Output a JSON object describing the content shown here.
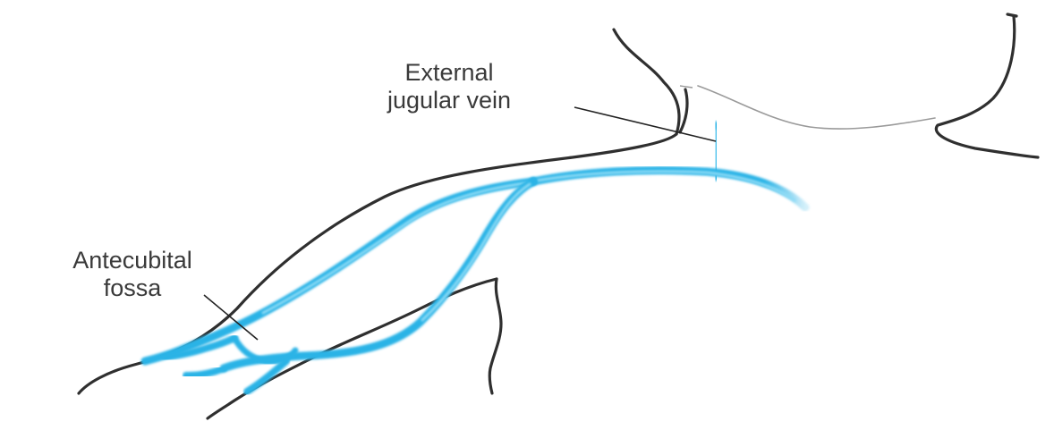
{
  "labels": {
    "external_jugular_vein": {
      "line1": "External",
      "line2": "jugular vein"
    },
    "antecubital_fossa": {
      "line1": "Antecubital",
      "line2": "fossa"
    }
  },
  "colors": {
    "outline": "#2f2f2f",
    "vein": "#2bb3e6",
    "vein_highlight": "#8fdcf6",
    "leader_line": "#222222",
    "neck_light": "#9a9a9a",
    "label_text": "#3a3a3a"
  }
}
